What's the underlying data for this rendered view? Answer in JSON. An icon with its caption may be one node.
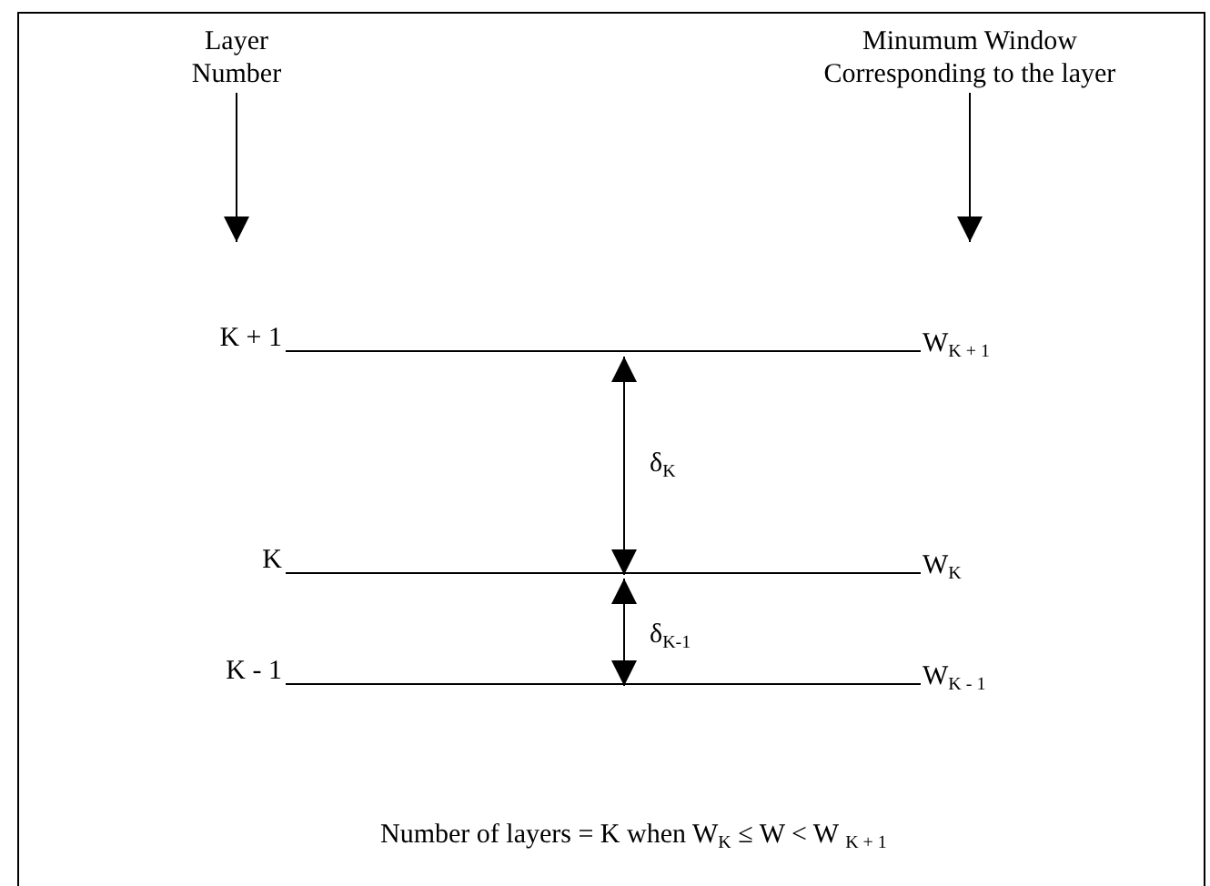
{
  "diagram": {
    "nodes": [
      {
        "text": [
          "Layer Number"
        ]
      },
      {
        "text": [
          "Minumum Window Corresponding to the layer"
        ]
      },
      {
        "text": [
          "K + 1"
        ]
      },
      {
        "text": [
          "W$_{K + 1}$"
        ]
      },
      {
        "text": [
          "K"
        ]
      },
      {
        "text": [
          "W$_{K}$"
        ]
      },
      {
        "text": [
          "K - 1"
        ]
      },
      {
        "text": [
          "W$_{K - 1}$"
        ]
      }
    ],
    "edges": [
      {
        "from": 0,
        "to": null,
        "arrow": "to"
      },
      {
        "from": 1,
        "to": null,
        "arrow": "to"
      },
      {
        "from": 2,
        "to": 3,
        "arrow": "none"
      },
      {
        "from": 4,
        "to": 5,
        "arrow": "none"
      },
      {
        "from": 6,
        "to": 7,
        "arrow": "none"
      }
    ],
    "labels": [
      "δ$_{K}$",
      "δ$_{K-1}$",
      "Number of layers = K when W$_{K}$ ≤ W < W $_{K + 1}$"
    ]
  }
}
